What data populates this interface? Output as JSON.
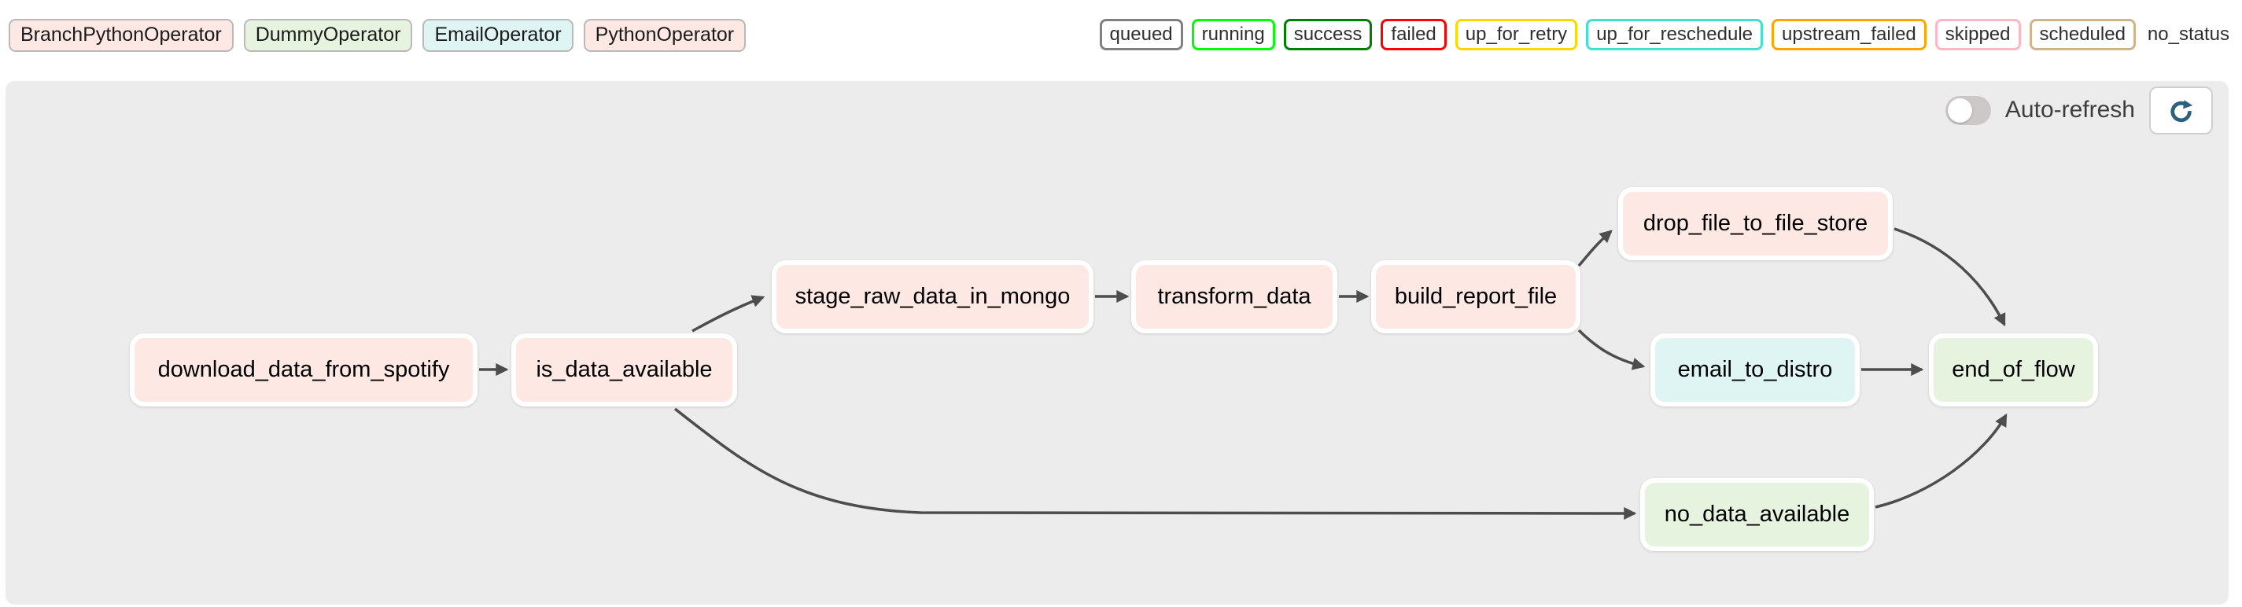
{
  "operator_legend": [
    {
      "label": "BranchPythonOperator",
      "color": "#fde8e4"
    },
    {
      "label": "DummyOperator",
      "color": "#e6f3df"
    },
    {
      "label": "EmailOperator",
      "color": "#def5f3"
    },
    {
      "label": "PythonOperator",
      "color": "#fde8e4"
    }
  ],
  "status_legend": [
    {
      "label": "queued",
      "border_color": "#808080"
    },
    {
      "label": "running",
      "border_color": "#00ff00"
    },
    {
      "label": "success",
      "border_color": "#008000"
    },
    {
      "label": "failed",
      "border_color": "#ff0000"
    },
    {
      "label": "up_for_retry",
      "border_color": "#ffd700"
    },
    {
      "label": "up_for_reschedule",
      "border_color": "#40e0d0"
    },
    {
      "label": "upstream_failed",
      "border_color": "#ffa500"
    },
    {
      "label": "skipped",
      "border_color": "#ffb6c1"
    },
    {
      "label": "scheduled",
      "border_color": "#d2b48c"
    },
    {
      "label": "no_status",
      "border_color": null
    }
  ],
  "toolbar": {
    "auto_refresh_label": "Auto-refresh",
    "auto_refresh_state": "off"
  },
  "graph": {
    "nodes": [
      {
        "id": "download_data_from_spotify",
        "label": "download_data_from_spotify",
        "operator": "PythonOperator",
        "color": "#fde8e4"
      },
      {
        "id": "is_data_available",
        "label": "is_data_available",
        "operator": "BranchPythonOperator",
        "color": "#fde8e4"
      },
      {
        "id": "stage_raw_data_in_mongo",
        "label": "stage_raw_data_in_mongo",
        "operator": "PythonOperator",
        "color": "#fde8e4"
      },
      {
        "id": "transform_data",
        "label": "transform_data",
        "operator": "PythonOperator",
        "color": "#fde8e4"
      },
      {
        "id": "build_report_file",
        "label": "build_report_file",
        "operator": "PythonOperator",
        "color": "#fde8e4"
      },
      {
        "id": "drop_file_to_file_store",
        "label": "drop_file_to_file_store",
        "operator": "PythonOperator",
        "color": "#fde8e4"
      },
      {
        "id": "email_to_distro",
        "label": "email_to_distro",
        "operator": "EmailOperator",
        "color": "#def5f3"
      },
      {
        "id": "end_of_flow",
        "label": "end_of_flow",
        "operator": "DummyOperator",
        "color": "#e6f3df"
      },
      {
        "id": "no_data_available",
        "label": "no_data_available",
        "operator": "DummyOperator",
        "color": "#e6f3df"
      }
    ],
    "edges": [
      [
        "download_data_from_spotify",
        "is_data_available"
      ],
      [
        "is_data_available",
        "stage_raw_data_in_mongo"
      ],
      [
        "stage_raw_data_in_mongo",
        "transform_data"
      ],
      [
        "transform_data",
        "build_report_file"
      ],
      [
        "build_report_file",
        "drop_file_to_file_store"
      ],
      [
        "build_report_file",
        "email_to_distro"
      ],
      [
        "drop_file_to_file_store",
        "end_of_flow"
      ],
      [
        "email_to_distro",
        "end_of_flow"
      ],
      [
        "is_data_available",
        "no_data_available"
      ],
      [
        "no_data_available",
        "end_of_flow"
      ]
    ]
  },
  "colors": {
    "panel_background": "#ececec",
    "edge": "#4d4d4d",
    "refresh_icon": "#2d5f80"
  }
}
